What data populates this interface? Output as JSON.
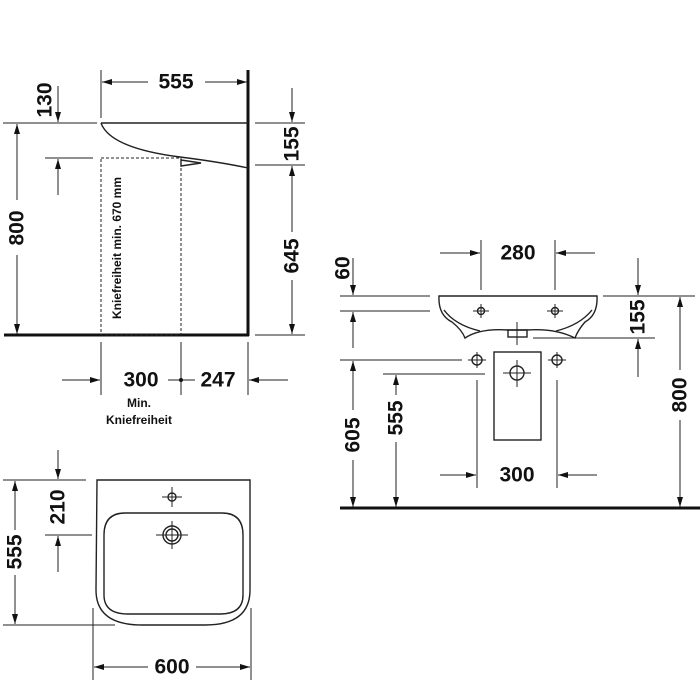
{
  "side_view": {
    "width_555": "555",
    "top_offset_130": "130",
    "height_800": "800",
    "rim_155": "155",
    "underside_645": "645",
    "knee_300": "300",
    "knee_247": "247",
    "knee_clearance_vertical": "Kniefreiheit min. 670 mm",
    "min_label": "Min.",
    "knee_label": "Kniefreiheit"
  },
  "top_view": {
    "tap_210": "210",
    "depth_555": "555",
    "width_600": "600"
  },
  "front_view": {
    "holes_280": "280",
    "offset_60": "60",
    "depth_155": "155",
    "height_800": "800",
    "supply_605": "605",
    "waste_555": "555",
    "supply_300": "300"
  }
}
